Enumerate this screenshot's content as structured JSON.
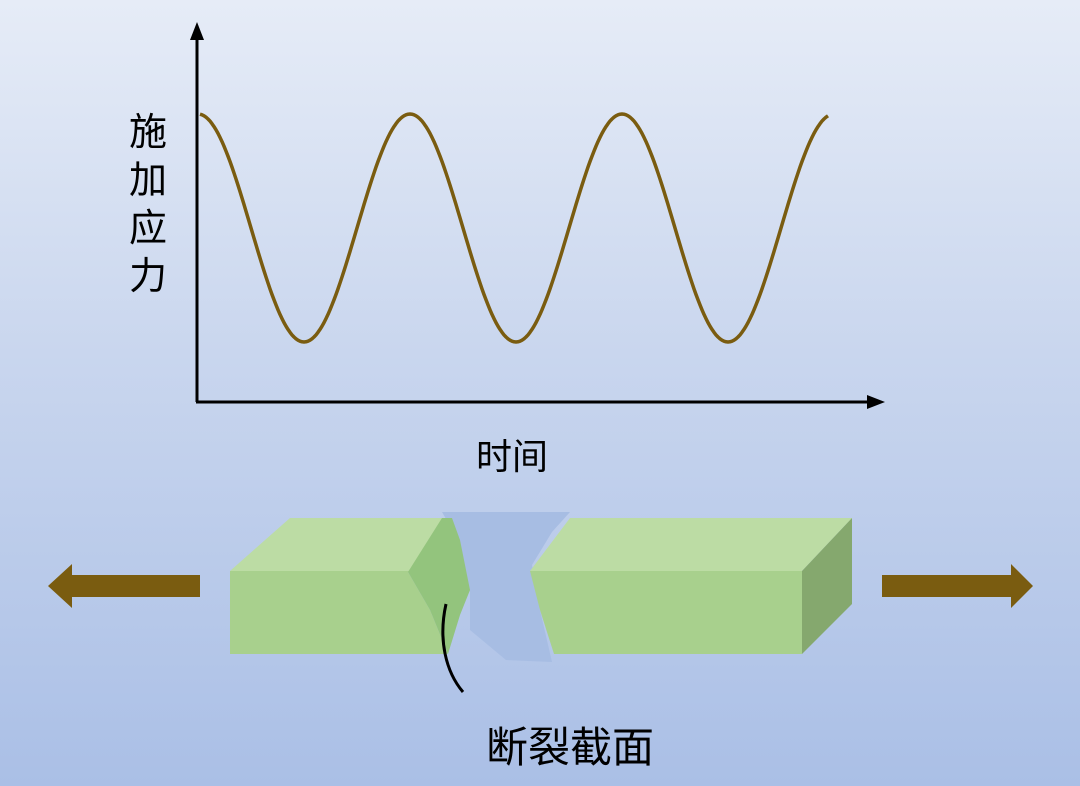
{
  "graph": {
    "y_label_chars": [
      "施",
      "加",
      "应",
      "力"
    ],
    "x_label": "时间",
    "wave_color": "#7a5c10",
    "axis_color": "#000000"
  },
  "specimen": {
    "caption": "断裂截面",
    "arrow_color": "#7a5c10",
    "front_color": "#a8d08d",
    "top_color": "#bcdca4",
    "side_color": "#85a86e",
    "fracture_surface_color": "#93c47d",
    "gap_color": "#a7bde3"
  }
}
